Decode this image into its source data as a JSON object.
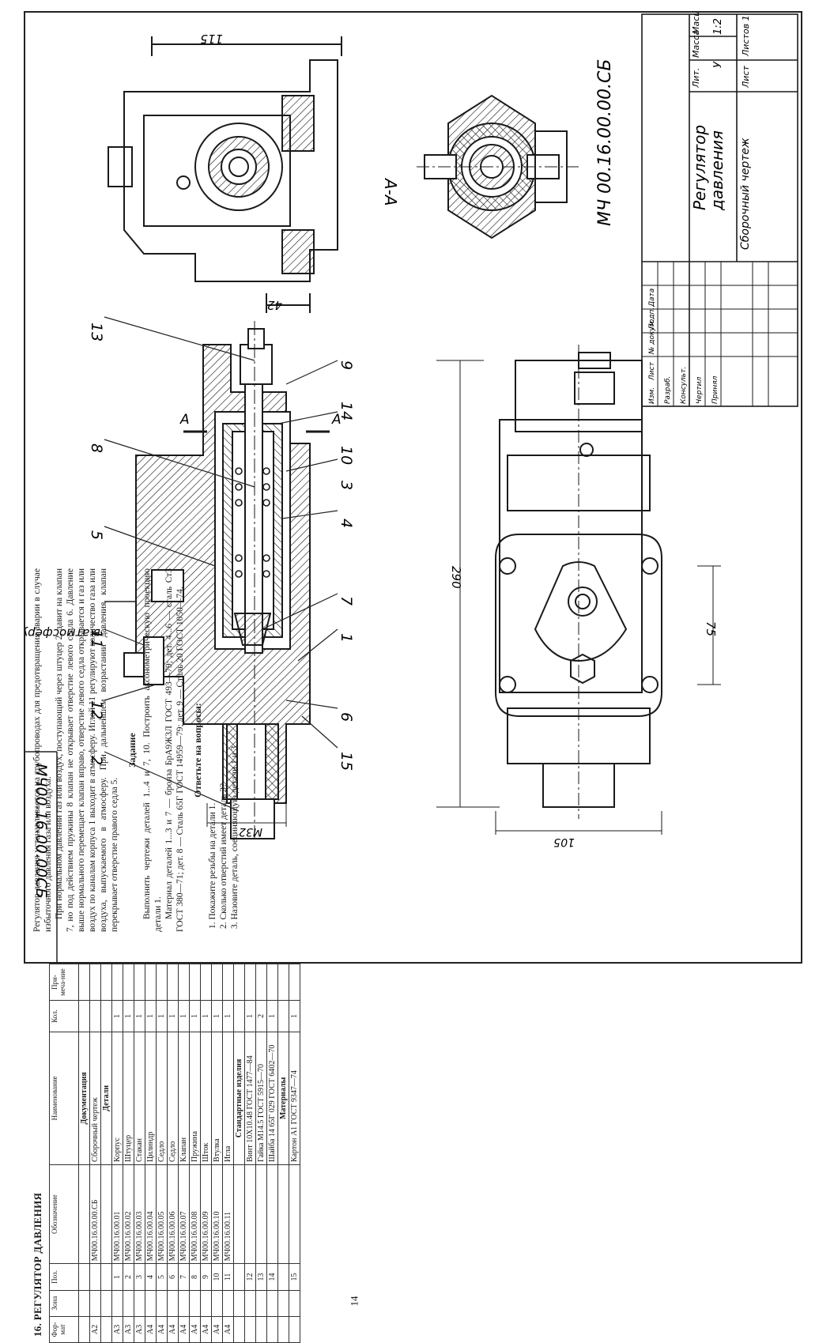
{
  "drawing": {
    "code_vertical": "МЧ00.16.00.00СБ",
    "dims": {
      "d115": "115",
      "d42": "42",
      "d290": "290",
      "d75": "75",
      "d105": "105",
      "m32": "М32"
    },
    "section_label": "А-А",
    "section_marks": [
      "А",
      "А"
    ],
    "atmosphere_label": "в атмосферу",
    "leaders": [
      "13",
      "9",
      "14",
      "10",
      "3",
      "4",
      "8",
      "5",
      "7",
      "1",
      "11",
      "12",
      "6",
      "15",
      "2"
    ],
    "title_block": {
      "code": "МЧ 00.16.00.00.СБ",
      "name_line1": "Регулятор",
      "name_line2": "давления",
      "doc_type": "Сборочный чертеж",
      "lit_header": "Лит.",
      "mass_header": "Масса",
      "scale_header": "Масштаб",
      "lit_value": "У",
      "scale_value": "1:2",
      "sheet_label": "Лист",
      "sheets_label": "Листов 1",
      "col_izm": "Изм.",
      "col_list": "Лист",
      "col_ndoc": "№ докум.",
      "col_podp": "Подп.",
      "col_data": "Дата",
      "row_razrab": "Разраб.",
      "row_konsult": "Консульт.",
      "row_chertil": "Чертил",
      "row_prinyal": "Принял"
    }
  },
  "text_page": {
    "title": "16. РЕГУЛЯТОР ДАВЛЕНИЯ",
    "table_headers": [
      "Фор-мат",
      "Зона",
      "Поз.",
      "Обозначение",
      "Наименование",
      "Кол.",
      "При-меча-ние"
    ],
    "rows": [
      {
        "fmt": "",
        "zone": "",
        "pos": "",
        "code": "",
        "name": "Документация",
        "qty": "",
        "kind": "section"
      },
      {
        "fmt": "А2",
        "zone": "",
        "pos": "",
        "code": "МЧ00.16.00.00.СБ",
        "name": "Сборочный чертеж",
        "qty": "",
        "kind": "row"
      },
      {
        "fmt": "",
        "zone": "",
        "pos": "",
        "code": "",
        "name": "Детали",
        "qty": "",
        "kind": "section"
      },
      {
        "fmt": "А3",
        "zone": "",
        "pos": "1",
        "code": "МЧ00.16.00.01",
        "name": "Корпус",
        "qty": "1",
        "kind": "row"
      },
      {
        "fmt": "А3",
        "zone": "",
        "pos": "2",
        "code": "МЧ00.16.00.02",
        "name": "Штуцер",
        "qty": "1",
        "kind": "row"
      },
      {
        "fmt": "А3",
        "zone": "",
        "pos": "3",
        "code": "МЧ00.16.00.03",
        "name": "Стакан",
        "qty": "1",
        "kind": "row"
      },
      {
        "fmt": "А4",
        "zone": "",
        "pos": "4",
        "code": "МЧ00.16.00.04",
        "name": "Цилиндр",
        "qty": "1",
        "kind": "row"
      },
      {
        "fmt": "А4",
        "zone": "",
        "pos": "5",
        "code": "МЧ00.16.00.05",
        "name": "Седло",
        "qty": "1",
        "kind": "row"
      },
      {
        "fmt": "А4",
        "zone": "",
        "pos": "6",
        "code": "МЧ00.16.00.06",
        "name": "Седло",
        "qty": "1",
        "kind": "row"
      },
      {
        "fmt": "А4",
        "zone": "",
        "pos": "7",
        "code": "МЧ00.16.00.07",
        "name": "Клапан",
        "qty": "1",
        "kind": "row"
      },
      {
        "fmt": "А4",
        "zone": "",
        "pos": "8",
        "code": "МЧ00.16.00.08",
        "name": "Пружина",
        "qty": "1",
        "kind": "row"
      },
      {
        "fmt": "А4",
        "zone": "",
        "pos": "9",
        "code": "МЧ00.16.00.09",
        "name": "Шток",
        "qty": "1",
        "kind": "row"
      },
      {
        "fmt": "А4",
        "zone": "",
        "pos": "10",
        "code": "МЧ00.16.00.10",
        "name": "Втулка",
        "qty": "1",
        "kind": "row"
      },
      {
        "fmt": "А4",
        "zone": "",
        "pos": "11",
        "code": "МЧ00.16.00.11",
        "name": "Игла",
        "qty": "1",
        "kind": "row"
      },
      {
        "fmt": "",
        "zone": "",
        "pos": "",
        "code": "",
        "name": "Стандартные изделия",
        "qty": "",
        "kind": "section"
      },
      {
        "fmt": "",
        "zone": "",
        "pos": "12",
        "code": "",
        "name": "Винт 10Х10.48 ГОСТ 1477—84",
        "qty": "1",
        "kind": "row"
      },
      {
        "fmt": "",
        "zone": "",
        "pos": "13",
        "code": "",
        "name": "Гайка М14.5 ГОСТ 5915—70",
        "qty": "2",
        "kind": "row"
      },
      {
        "fmt": "",
        "zone": "",
        "pos": "14",
        "code": "",
        "name": "Шайба 14 65Г 029 ГОСТ 6402—70",
        "qty": "1",
        "kind": "row"
      },
      {
        "fmt": "",
        "zone": "",
        "pos": "",
        "code": "",
        "name": "Материалы",
        "qty": "",
        "kind": "section"
      },
      {
        "fmt": "",
        "zone": "",
        "pos": "15",
        "code": "",
        "name": "Картон А1 ГОСТ 9347—74",
        "qty": "1",
        "kind": "row"
      }
    ],
    "paragraph1": "Регулятор давления устанавливается на трубопроводах для предотвращения аварии в случае избыточного давления газа или воздуха.",
    "paragraph2": "При нормальном давлении газ или воздух, поступающий через штуцер 2, давит на клапан 7, но под действием пружины 8 клапан не открывает отверстие левого седла 6. Давление выше нормального перемещает клапан вправо, отверстие левого седла открывается и газ или воздух по каналам корпуса 1 выходит в атмосферу. Иглой 11 регулируют количество газа или воздуха, выпускаемого в атмосферу. При дальнейшем возрастании давления клапан перекрывает отверстие правого седла 5.",
    "task_heading": "Задание",
    "task_text": "Выполнить чертежи деталей 1...4 и 7, 10. Построить аксонометрическую проекцию детали 1.",
    "materials_text": "Материал деталей 1...3 и 7 — бронза БрА9Ж3Л ГОСТ 493—79; дет. 4...6 — сталь Ст3 ГОСТ 380—71; дет. 8 — Сталь 65Г ГОСТ 14959—79; дет. 9 — Сталь 20 ГОСТ 1050—74.",
    "questions_heading": "Ответьте на вопросы:",
    "questions": [
      "1. Покажите резьбы на детали 1.",
      "2. Сколько отверстий имеет деталь 3?",
      "3. Назовите деталь, соединяющую детали 1 и 3."
    ],
    "page_number": "14"
  },
  "colors": {
    "ink": "#1a1a1a",
    "paper": "#ffffff"
  }
}
